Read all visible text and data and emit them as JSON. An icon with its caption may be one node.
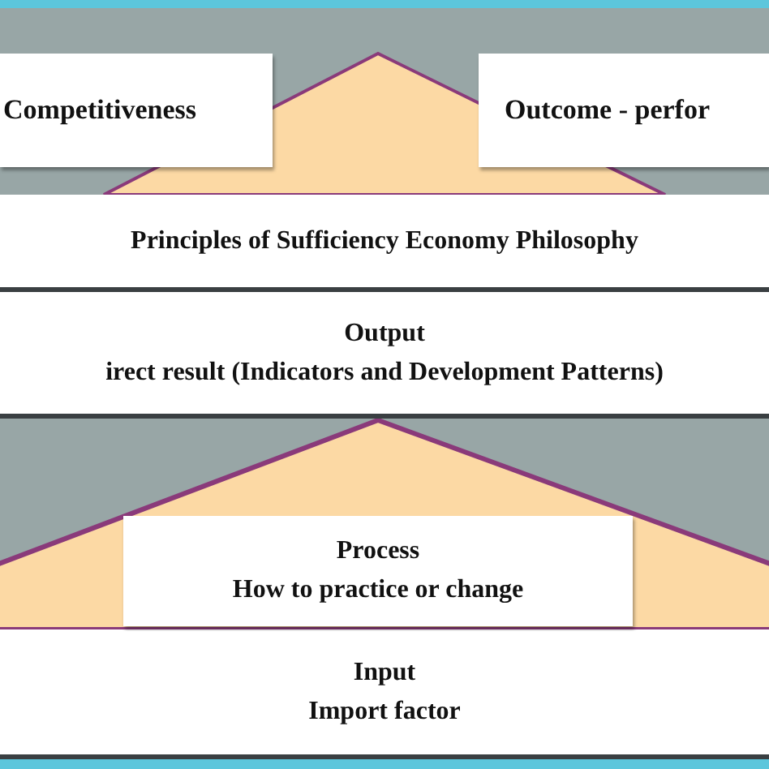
{
  "diagram": {
    "nodes": [
      {
        "text": [
          "Competitiveness"
        ]
      },
      {
        "text": [
          "Outcome - perfor"
        ]
      },
      {
        "text": [
          "Principles of Sufficiency Economy Philosophy"
        ]
      },
      {
        "text": [
          "Output",
          "irect result (Indicators and Development Patterns)"
        ]
      },
      {
        "text": [
          "Process",
          "How to practice or change"
        ]
      },
      {
        "text": [
          "Input",
          "Import factor"
        ]
      }
    ]
  }
}
